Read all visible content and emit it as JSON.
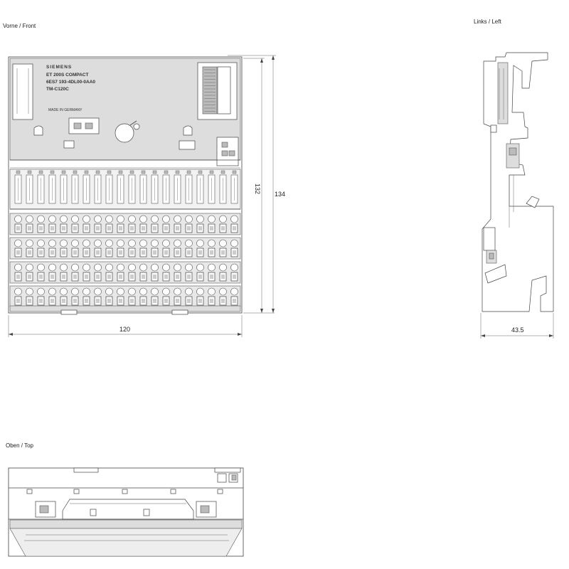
{
  "views": {
    "front": {
      "label": "Vorne / Front"
    },
    "left": {
      "label": "Links / Left"
    },
    "top": {
      "label": "Oben / Top"
    }
  },
  "plate": {
    "brand": "SIEMENS",
    "line1": "ET 200S COMPACT",
    "line2": "6ES7 193-4DL00-0AA0",
    "line3": "TM-C120C",
    "made_in": "MADE IN GERMANY"
  },
  "dimensions": {
    "front_width": "120",
    "front_height_inner": "132",
    "front_height_outer": "134",
    "left_depth": "43.5"
  }
}
